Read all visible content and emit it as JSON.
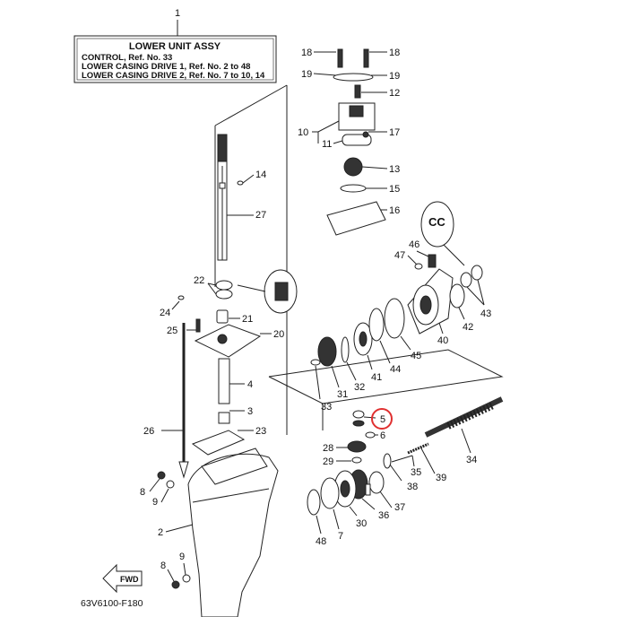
{
  "assembly_index": "1",
  "header": {
    "title": "LOWER UNIT ASSY",
    "rows": [
      "CONTROL,  Ref. No. 33",
      "LOWER CASING DRIVE 1,  Ref. No. 2 to 48",
      "LOWER CASING DRIVE 2,  Ref. No. 7 to 10, 14"
    ]
  },
  "labels": {
    "n2": "2",
    "n3": "3",
    "n4": "4",
    "n5": "5",
    "n6": "6",
    "n7": "7",
    "n8a": "8",
    "n8b": "8",
    "n9a": "9",
    "n9b": "9",
    "n10": "10",
    "n11": "11",
    "n12": "12",
    "n13": "13",
    "n14": "14",
    "n15": "15",
    "n16": "16",
    "n17": "17",
    "n18a": "18",
    "n18b": "18",
    "n19a": "19",
    "n19b": "19",
    "n20": "20",
    "n21": "21",
    "n22": "22",
    "n23": "23",
    "n24": "24",
    "n25": "25",
    "n26": "26",
    "n27": "27",
    "n28": "28",
    "n29": "29",
    "n30": "30",
    "n31": "31",
    "n32": "32",
    "n33": "33",
    "n34": "34",
    "n35": "35",
    "n36": "36",
    "n37": "37",
    "n38": "38",
    "n39": "39",
    "n40": "40",
    "n41": "41",
    "n42": "42",
    "n43": "43",
    "n44": "44",
    "n45": "45",
    "n46": "46",
    "n47": "47",
    "n48": "48"
  },
  "highlight_color": "#e03030",
  "fwd_label": "FWD",
  "cc_label": "CC",
  "footer_code": "63V6100-F180"
}
